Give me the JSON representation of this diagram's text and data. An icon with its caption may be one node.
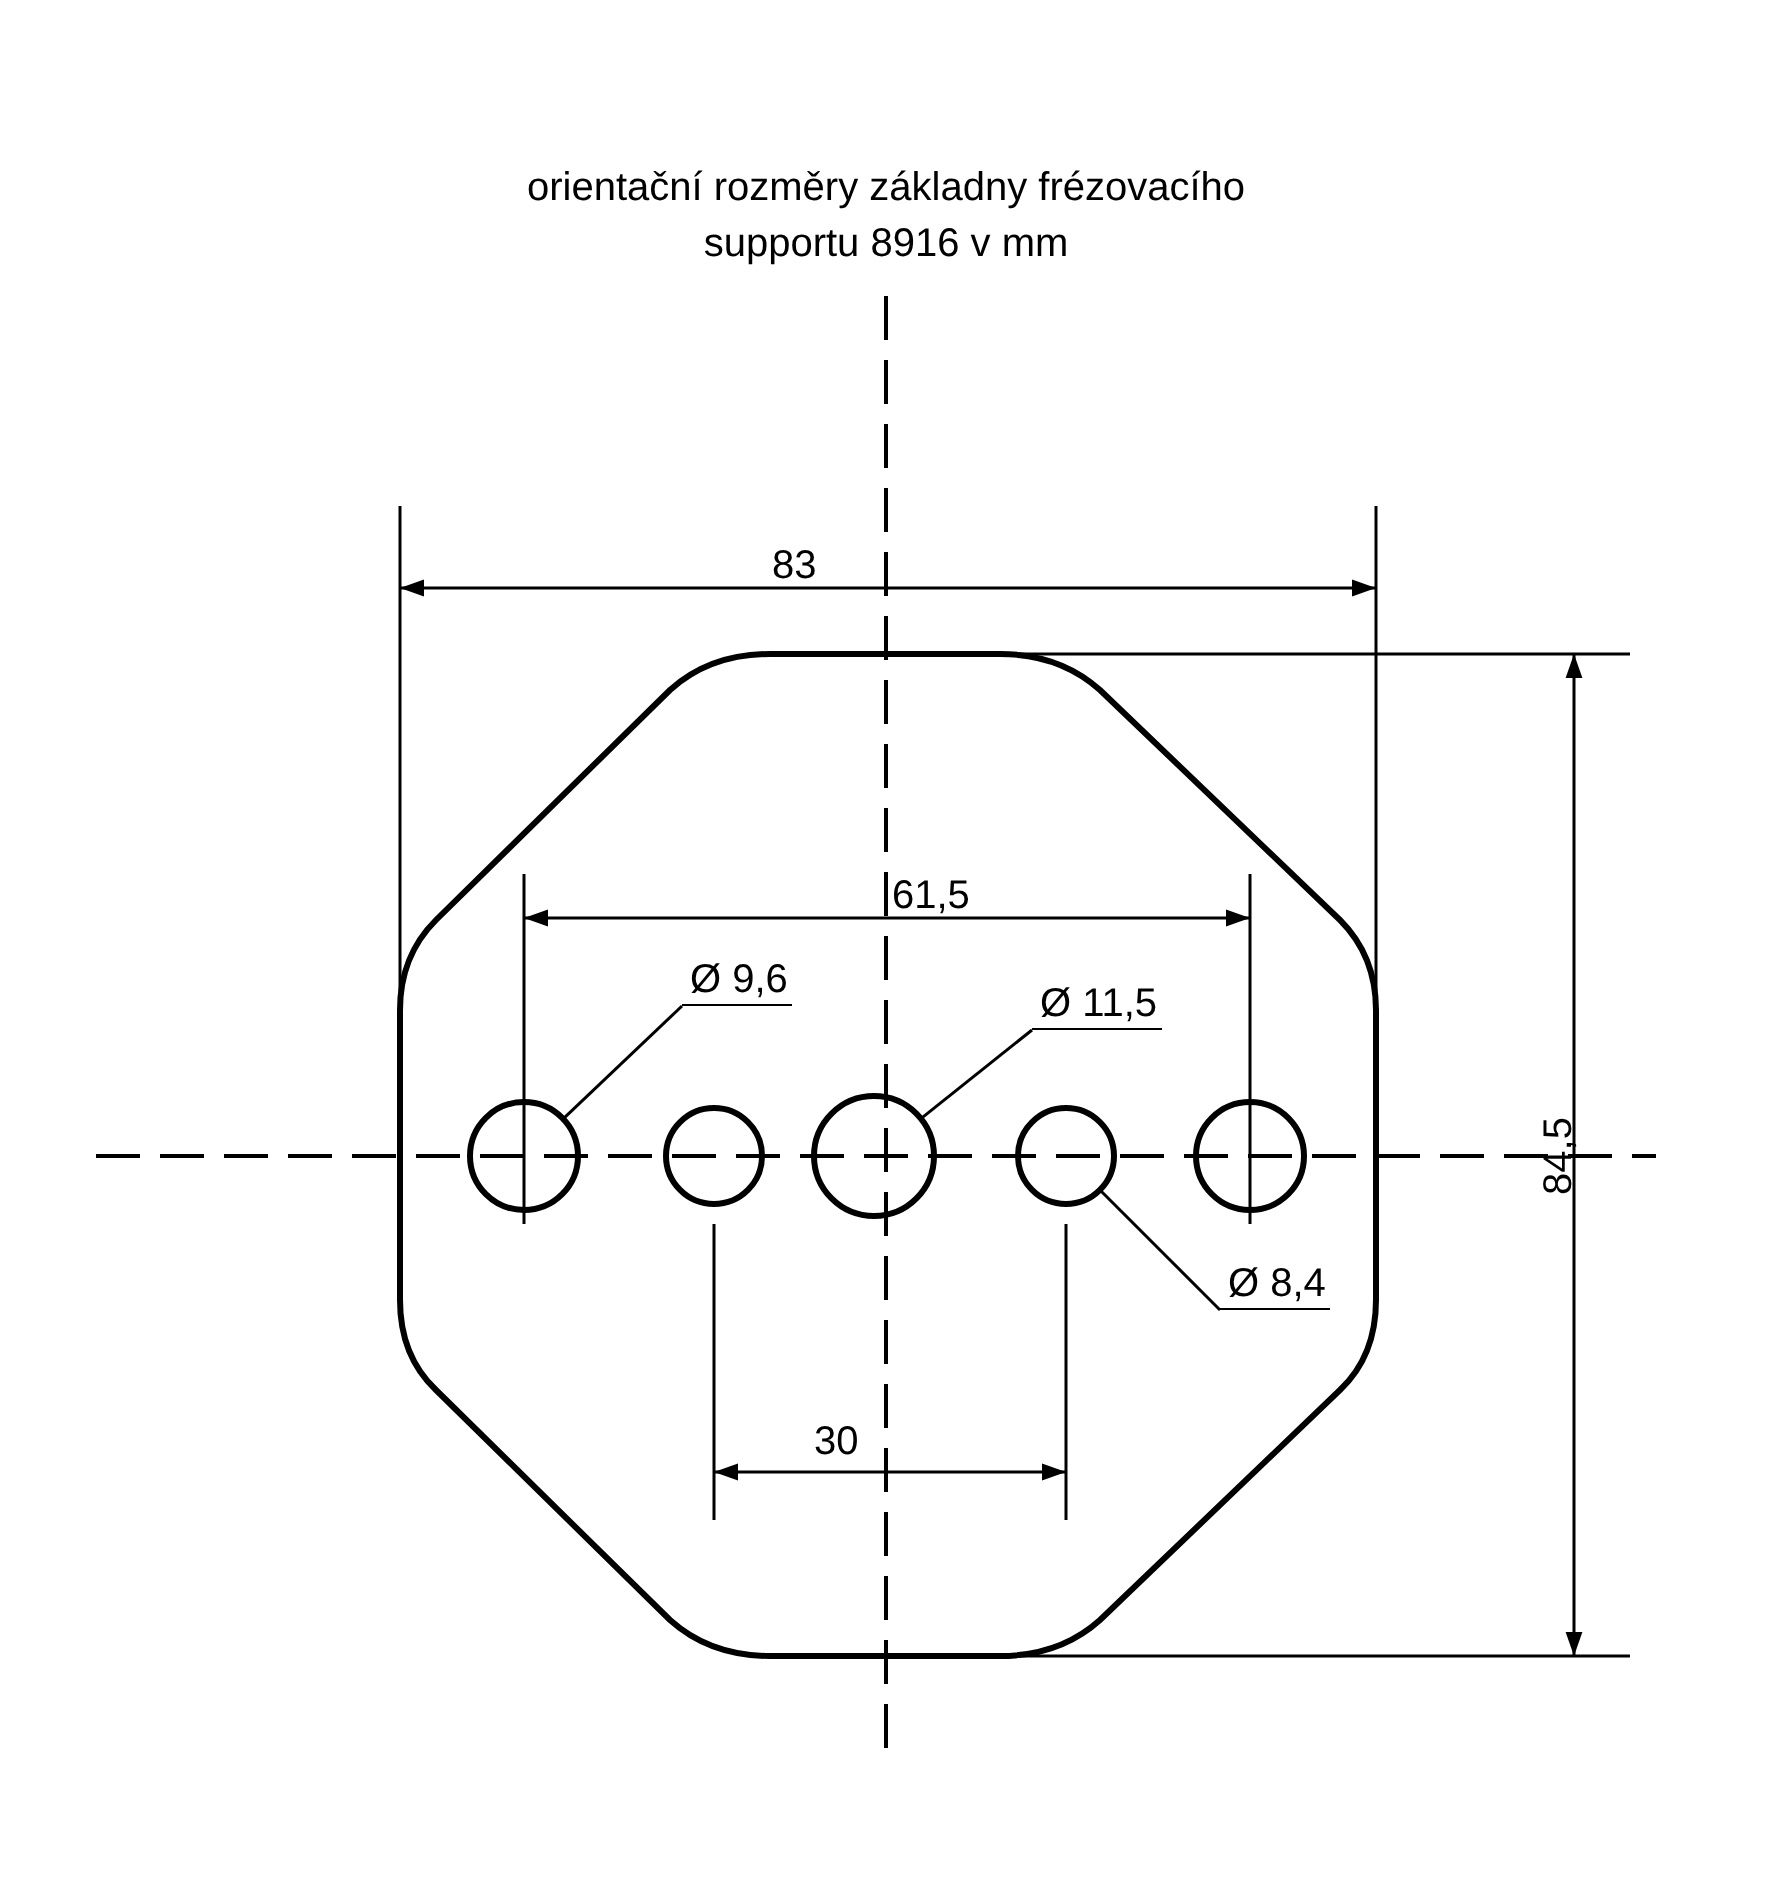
{
  "diagram": {
    "title": "orientační rozměry základny frézovacího supportu 8916 v mm",
    "nodes": [
      {
        "text": [
          "Ø 9,6"
        ]
      },
      {
        "text": [
          "Ø 11,5"
        ]
      },
      {
        "text": [
          "Ø 8,4"
        ]
      },
      {
        "text": [],
        "shape": "circle"
      },
      {
        "text": [],
        "shape": "circle"
      },
      {
        "text": [],
        "shape": "circle"
      },
      {
        "text": [],
        "shape": "circle"
      },
      {
        "text": [],
        "shape": "circle"
      }
    ],
    "edges": [
      {
        "from": 0,
        "to": 3,
        "arrow": "none"
      },
      {
        "from": 1,
        "to": 5,
        "arrow": "none"
      },
      {
        "from": 2,
        "to": 6,
        "arrow": "none"
      }
    ],
    "labels": [
      "83",
      "61,5",
      "84,5",
      "30"
    ]
  }
}
